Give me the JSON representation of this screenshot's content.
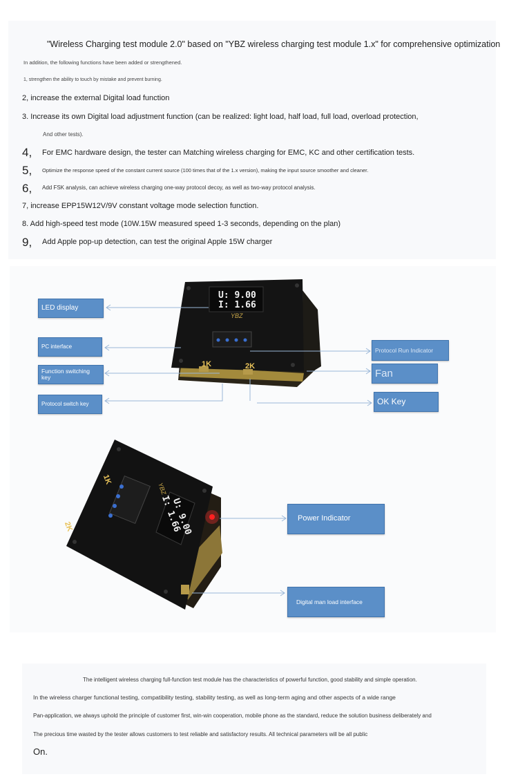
{
  "intro": {
    "title": "\"Wireless Charging test module 2.0\" based on \"YBZ wireless charging test module 1.x\" for comprehensive optimization",
    "subtitle": "In addition, the following functions have been added or strengthened.",
    "items": [
      {
        "num": "",
        "text": "1, strengthen the ability to touch by mistake and prevent burning."
      },
      {
        "num": "",
        "text": "2, increase the external Digital load function"
      },
      {
        "num": "",
        "text": "3. Increase its own Digital load adjustment function (can be realized: light load, half load, full load, overload protection,"
      },
      {
        "num": "",
        "text": "And other tests)."
      },
      {
        "num": "4,",
        "text": "For EMC hardware design, the tester can Matching wireless charging for EMC, KC and other certification tests."
      },
      {
        "num": "5,",
        "text": "Optimize the response speed of the constant current source (100 times that of the 1.x version), making the input source smoother and cleaner."
      },
      {
        "num": "6,",
        "text": "Add FSK analysis, can achieve wireless charging one-way protocol decoy, as well as two-way protocol analysis."
      },
      {
        "num": "",
        "text": "7, increase EPP15W12V/9V constant voltage mode selection function."
      },
      {
        "num": "",
        "text": "8. Add high-speed test mode (10W.15W measured speed 1-3 seconds, depending on the plan)"
      },
      {
        "num": "9,",
        "text": "Add Apple pop-up detection, can test the original Apple 15W charger"
      }
    ]
  },
  "device": {
    "display_u": "U: 9.00",
    "display_i": "I: 1.66",
    "brand": "YBZ",
    "label_1k": "1K",
    "label_2k": "2K"
  },
  "callouts": {
    "led_display": "LED display",
    "pc_interface": "PC interface",
    "function_switching_key": "Function switching key",
    "protocol_switch_key": "Protocol switch key",
    "protocol_run_indicator": "Protocol Run Indicator",
    "fan": "Fan",
    "ok_key": "OK Key",
    "power_indicator": "Power Indicator",
    "digital_load_interface": "Digital man load interface"
  },
  "outro": {
    "lines": [
      "The intelligent wireless charging full-function test module has the characteristics of powerful function, good stability and simple operation.",
      "In the wireless charger functional testing, compatibility testing, stability testing, as well as long-term aging and other aspects of a wide range",
      "Pan-application, we always uphold the principle of customer first, win-win cooperation, mobile phone as the standard, reduce the solution business deliberately and",
      "The precious time wasted by the tester allows customers to test reliable and satisfactory results. All technical parameters will be all public",
      "On."
    ]
  },
  "colors": {
    "callout_bg": "#5b8fc8",
    "device_body": "#141414",
    "screen": "#0a0a0a",
    "power_led": "#ff2020"
  }
}
